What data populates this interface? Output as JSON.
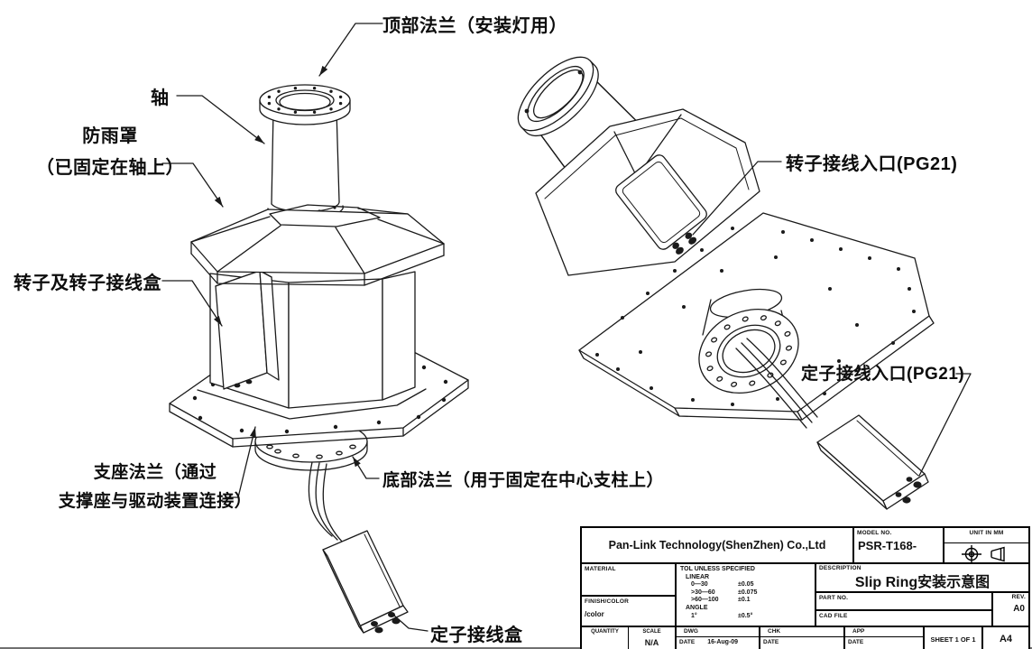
{
  "drawing_labels": {
    "top_flange": "顶部法兰（安装灯用）",
    "shaft": "轴",
    "rain_cover_l1": "防雨罩",
    "rain_cover_l2": "（已固定在轴上）",
    "rotor_box": "转子及转子接线盒",
    "support_flange_l1": "支座法兰（通过",
    "support_flange_l2": "支撑座与驱动装置连接）",
    "bottom_flange": "底部法兰（用于固定在中心支柱上）",
    "stator_box": "定子接线盒",
    "rotor_entry": "转子接线入口(PG21)",
    "stator_entry": "定子接线入口(PG21)"
  },
  "title_block": {
    "company": "Pan-Link Technology(ShenZhen) Co.,Ltd",
    "model_no_label": "MODEL NO.",
    "model_no_value": "PSR-T168-",
    "unit_label": "UNIT IN MM",
    "material_label": "MATERIAL",
    "finish_label": "FINISH/COLOR",
    "finish_value": "/color",
    "tol_title": "TOL UNLESS SPECIFIED",
    "tol_linear_label": "LINEAR",
    "tol_rows": [
      {
        "range": "0—30",
        "tol": "±0.05"
      },
      {
        "range": ">30—60",
        "tol": "±0.075"
      },
      {
        "range": ">60—100",
        "tol": "±0.1"
      }
    ],
    "tol_angle_label": "ANGLE",
    "tol_angle_range": "1°",
    "tol_angle_tol": "±0.5°",
    "description_label": "DESCRIPTION",
    "description_value": "Slip Ring安装示意图",
    "part_no_label": "PART NO.",
    "cad_file_label": "CAD FILE",
    "rev_label": "REV.",
    "rev_value": "A0",
    "quantity_label": "QUANTITY",
    "scale_label": "SCALE",
    "scale_value": "N/A",
    "dwg_label": "DWG",
    "dwg_date_label": "DATE",
    "dwg_date_value": "16-Aug-09",
    "chk_label": "CHK",
    "chk_date_label": "DATE",
    "app_label": "APP",
    "app_date_label": "DATE",
    "sheet_label": "SHEET 1 OF 1",
    "paper_size": "A4"
  },
  "colors": {
    "line": "#1a1a1a",
    "background": "#ffffff"
  }
}
